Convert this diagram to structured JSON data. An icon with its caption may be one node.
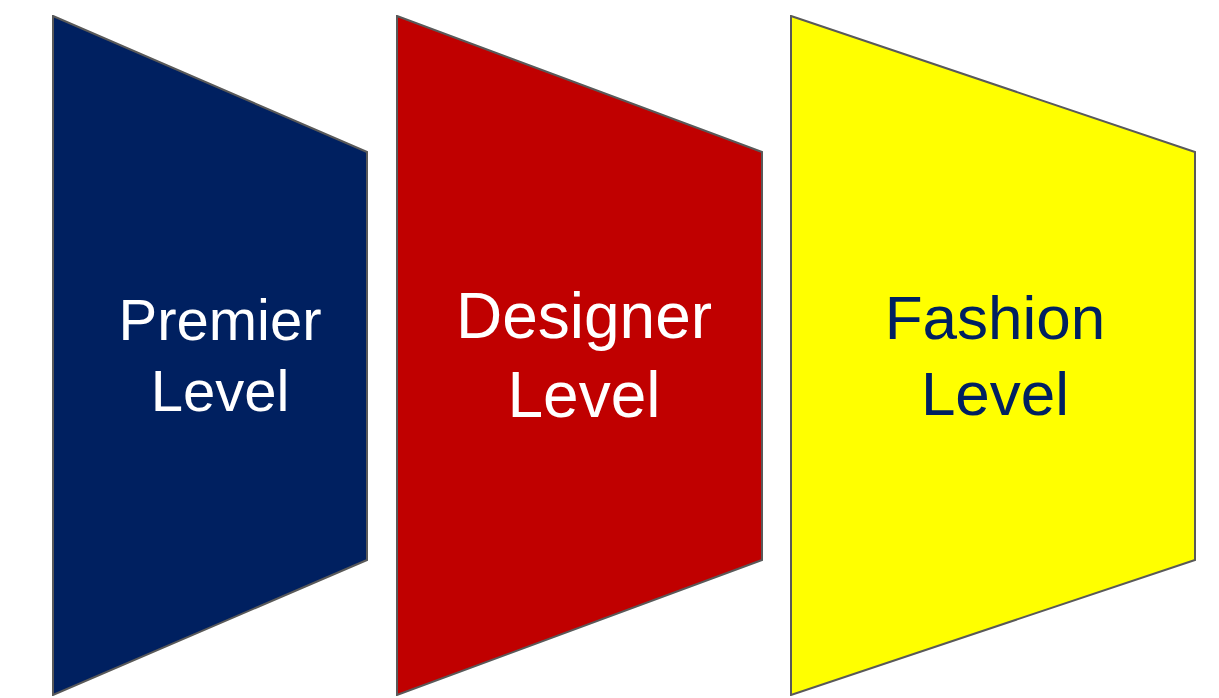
{
  "diagram": {
    "nodes": [
      {
        "text": [
          "Premier Level"
        ]
      },
      {
        "text": [
          "Designer Level"
        ]
      },
      {
        "text": [
          "Fashion Level"
        ]
      }
    ]
  }
}
